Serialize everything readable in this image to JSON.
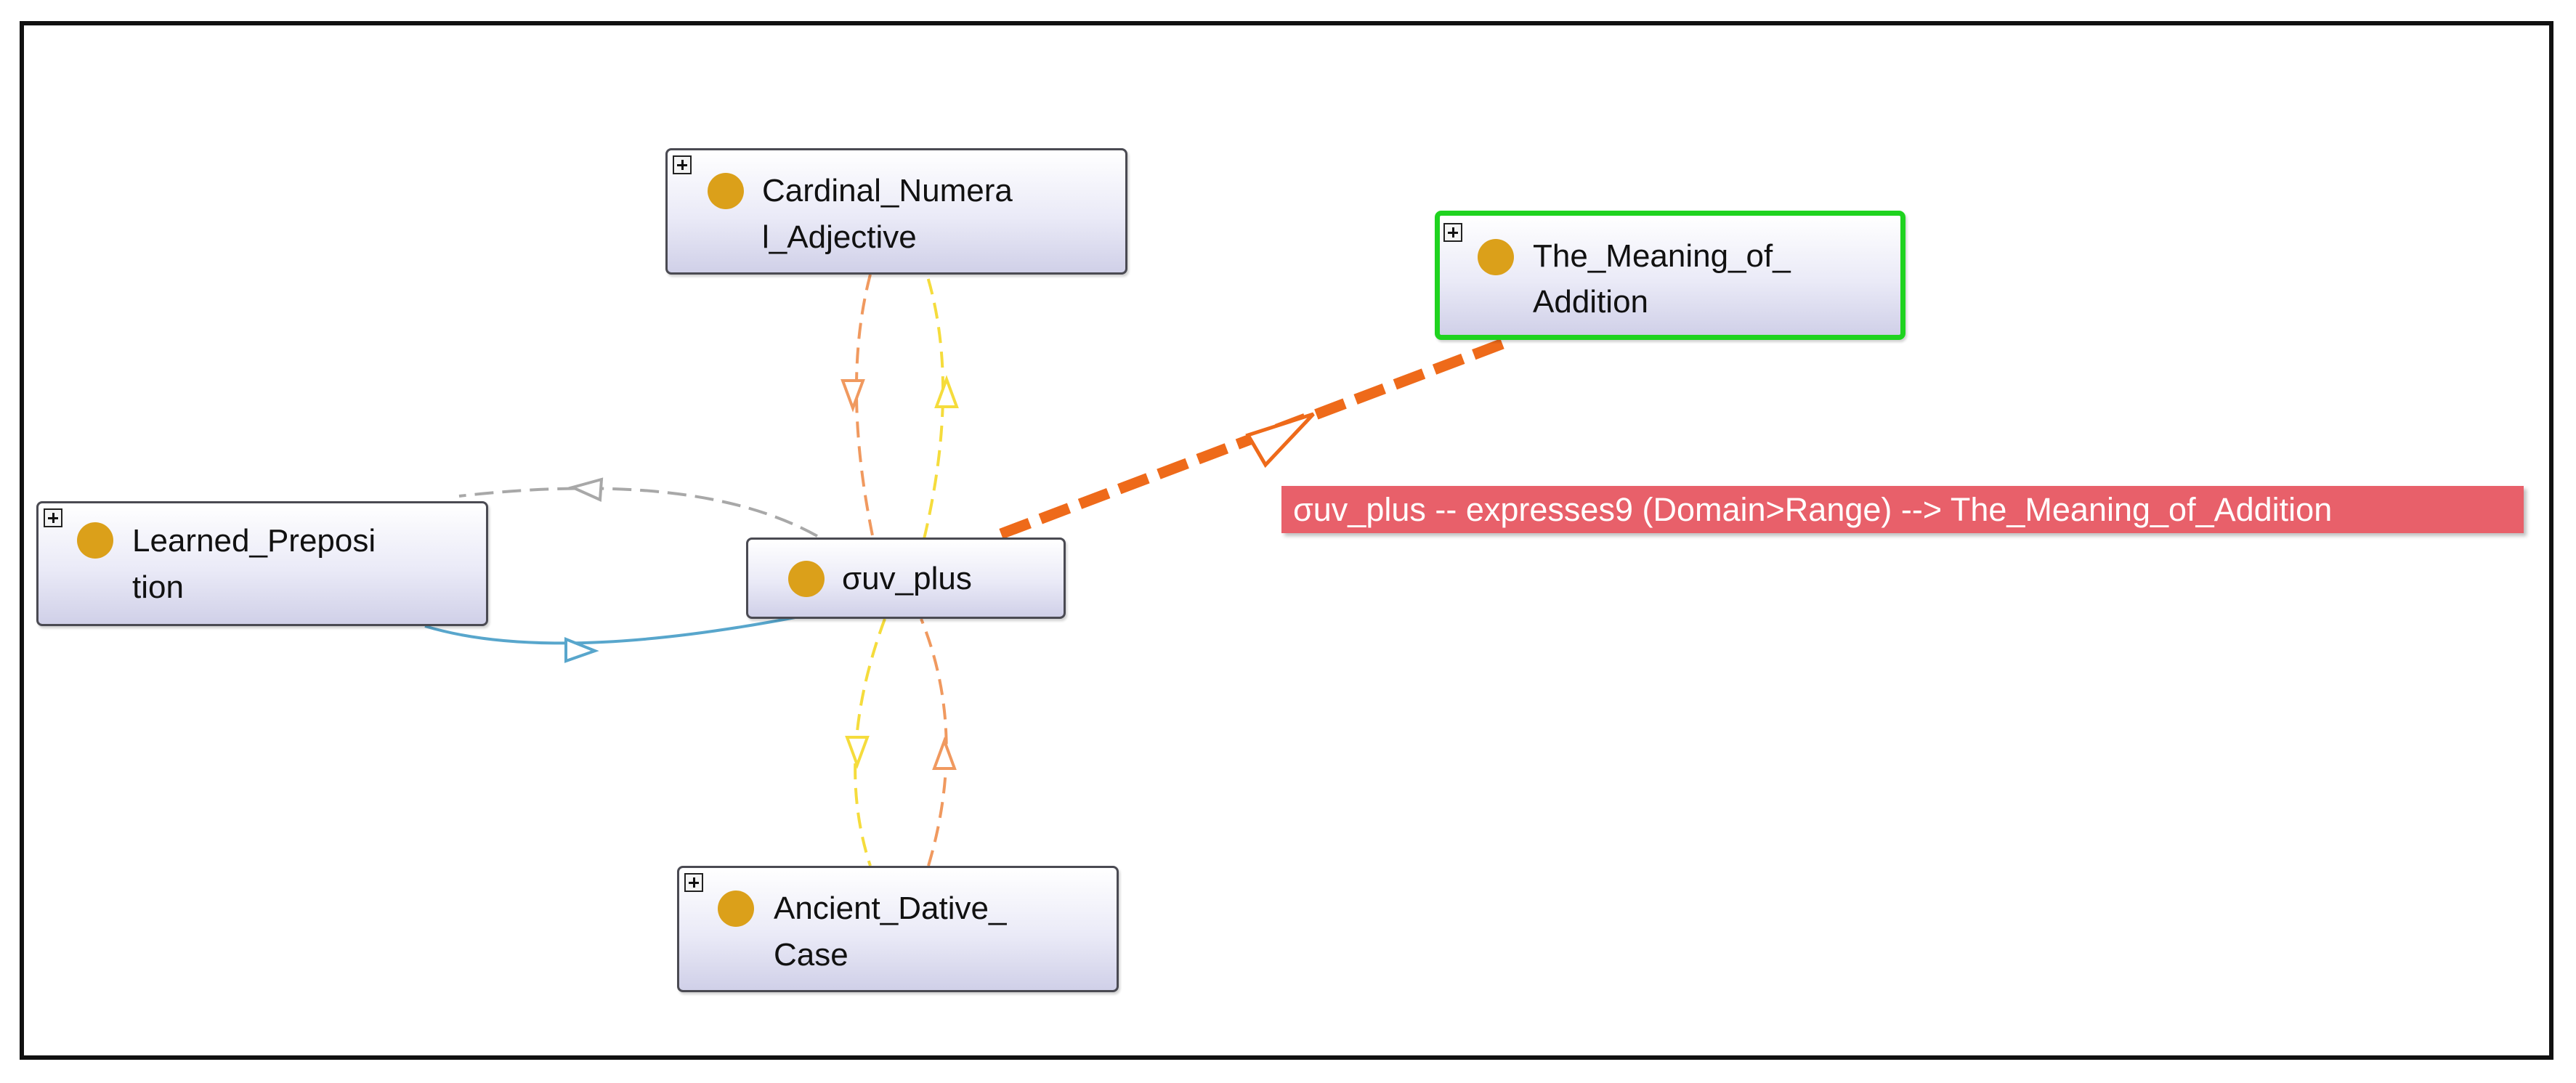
{
  "nodes": {
    "cardinal": {
      "line1": "Cardinal_Numera",
      "line2": "l_Adjective",
      "icon": "class-circle-icon",
      "expandable": true
    },
    "meaning": {
      "line1": "The_Meaning_of_",
      "line2": "Addition",
      "icon": "class-circle-icon",
      "expandable": true,
      "selected": true
    },
    "learned": {
      "line1": "Learned_Preposi",
      "line2": "tion",
      "icon": "class-circle-icon",
      "expandable": true
    },
    "center": {
      "label": "σuv_plus",
      "icon": "individual-circle-icon",
      "expandable": false
    },
    "dative": {
      "line1": "Ancient_Dative_",
      "line2": "Case",
      "icon": "class-circle-icon",
      "expandable": true
    }
  },
  "tooltip": {
    "text": "σuv_plus -- expresses9 (Domain>Range) --> The_Meaning_of_Addition"
  },
  "colors": {
    "selected_border": "#1fd31f",
    "node_icon": "#dba01a",
    "tooltip_bg": "#e8606a",
    "edge_orange": "#f0995f",
    "edge_yellow": "#f5dc3c",
    "edge_gray": "#a8a8a8",
    "edge_blue": "#58a6cc",
    "edge_highlight": "#ee6a1a"
  },
  "edges": [
    {
      "from": "center",
      "to": "cardinal",
      "color": "edge_yellow",
      "style": "dashed"
    },
    {
      "from": "cardinal",
      "to": "center",
      "color": "edge_orange",
      "style": "dashed"
    },
    {
      "from": "center",
      "to": "dative",
      "color": "edge_yellow",
      "style": "dashed"
    },
    {
      "from": "dative",
      "to": "center",
      "color": "edge_orange",
      "style": "dashed"
    },
    {
      "from": "center",
      "to": "learned",
      "color": "edge_gray",
      "style": "dashed"
    },
    {
      "from": "learned",
      "to": "center",
      "color": "edge_blue",
      "style": "solid"
    },
    {
      "from": "center",
      "to": "meaning",
      "color": "edge_highlight",
      "style": "thick-dashed",
      "highlighted": true
    }
  ]
}
